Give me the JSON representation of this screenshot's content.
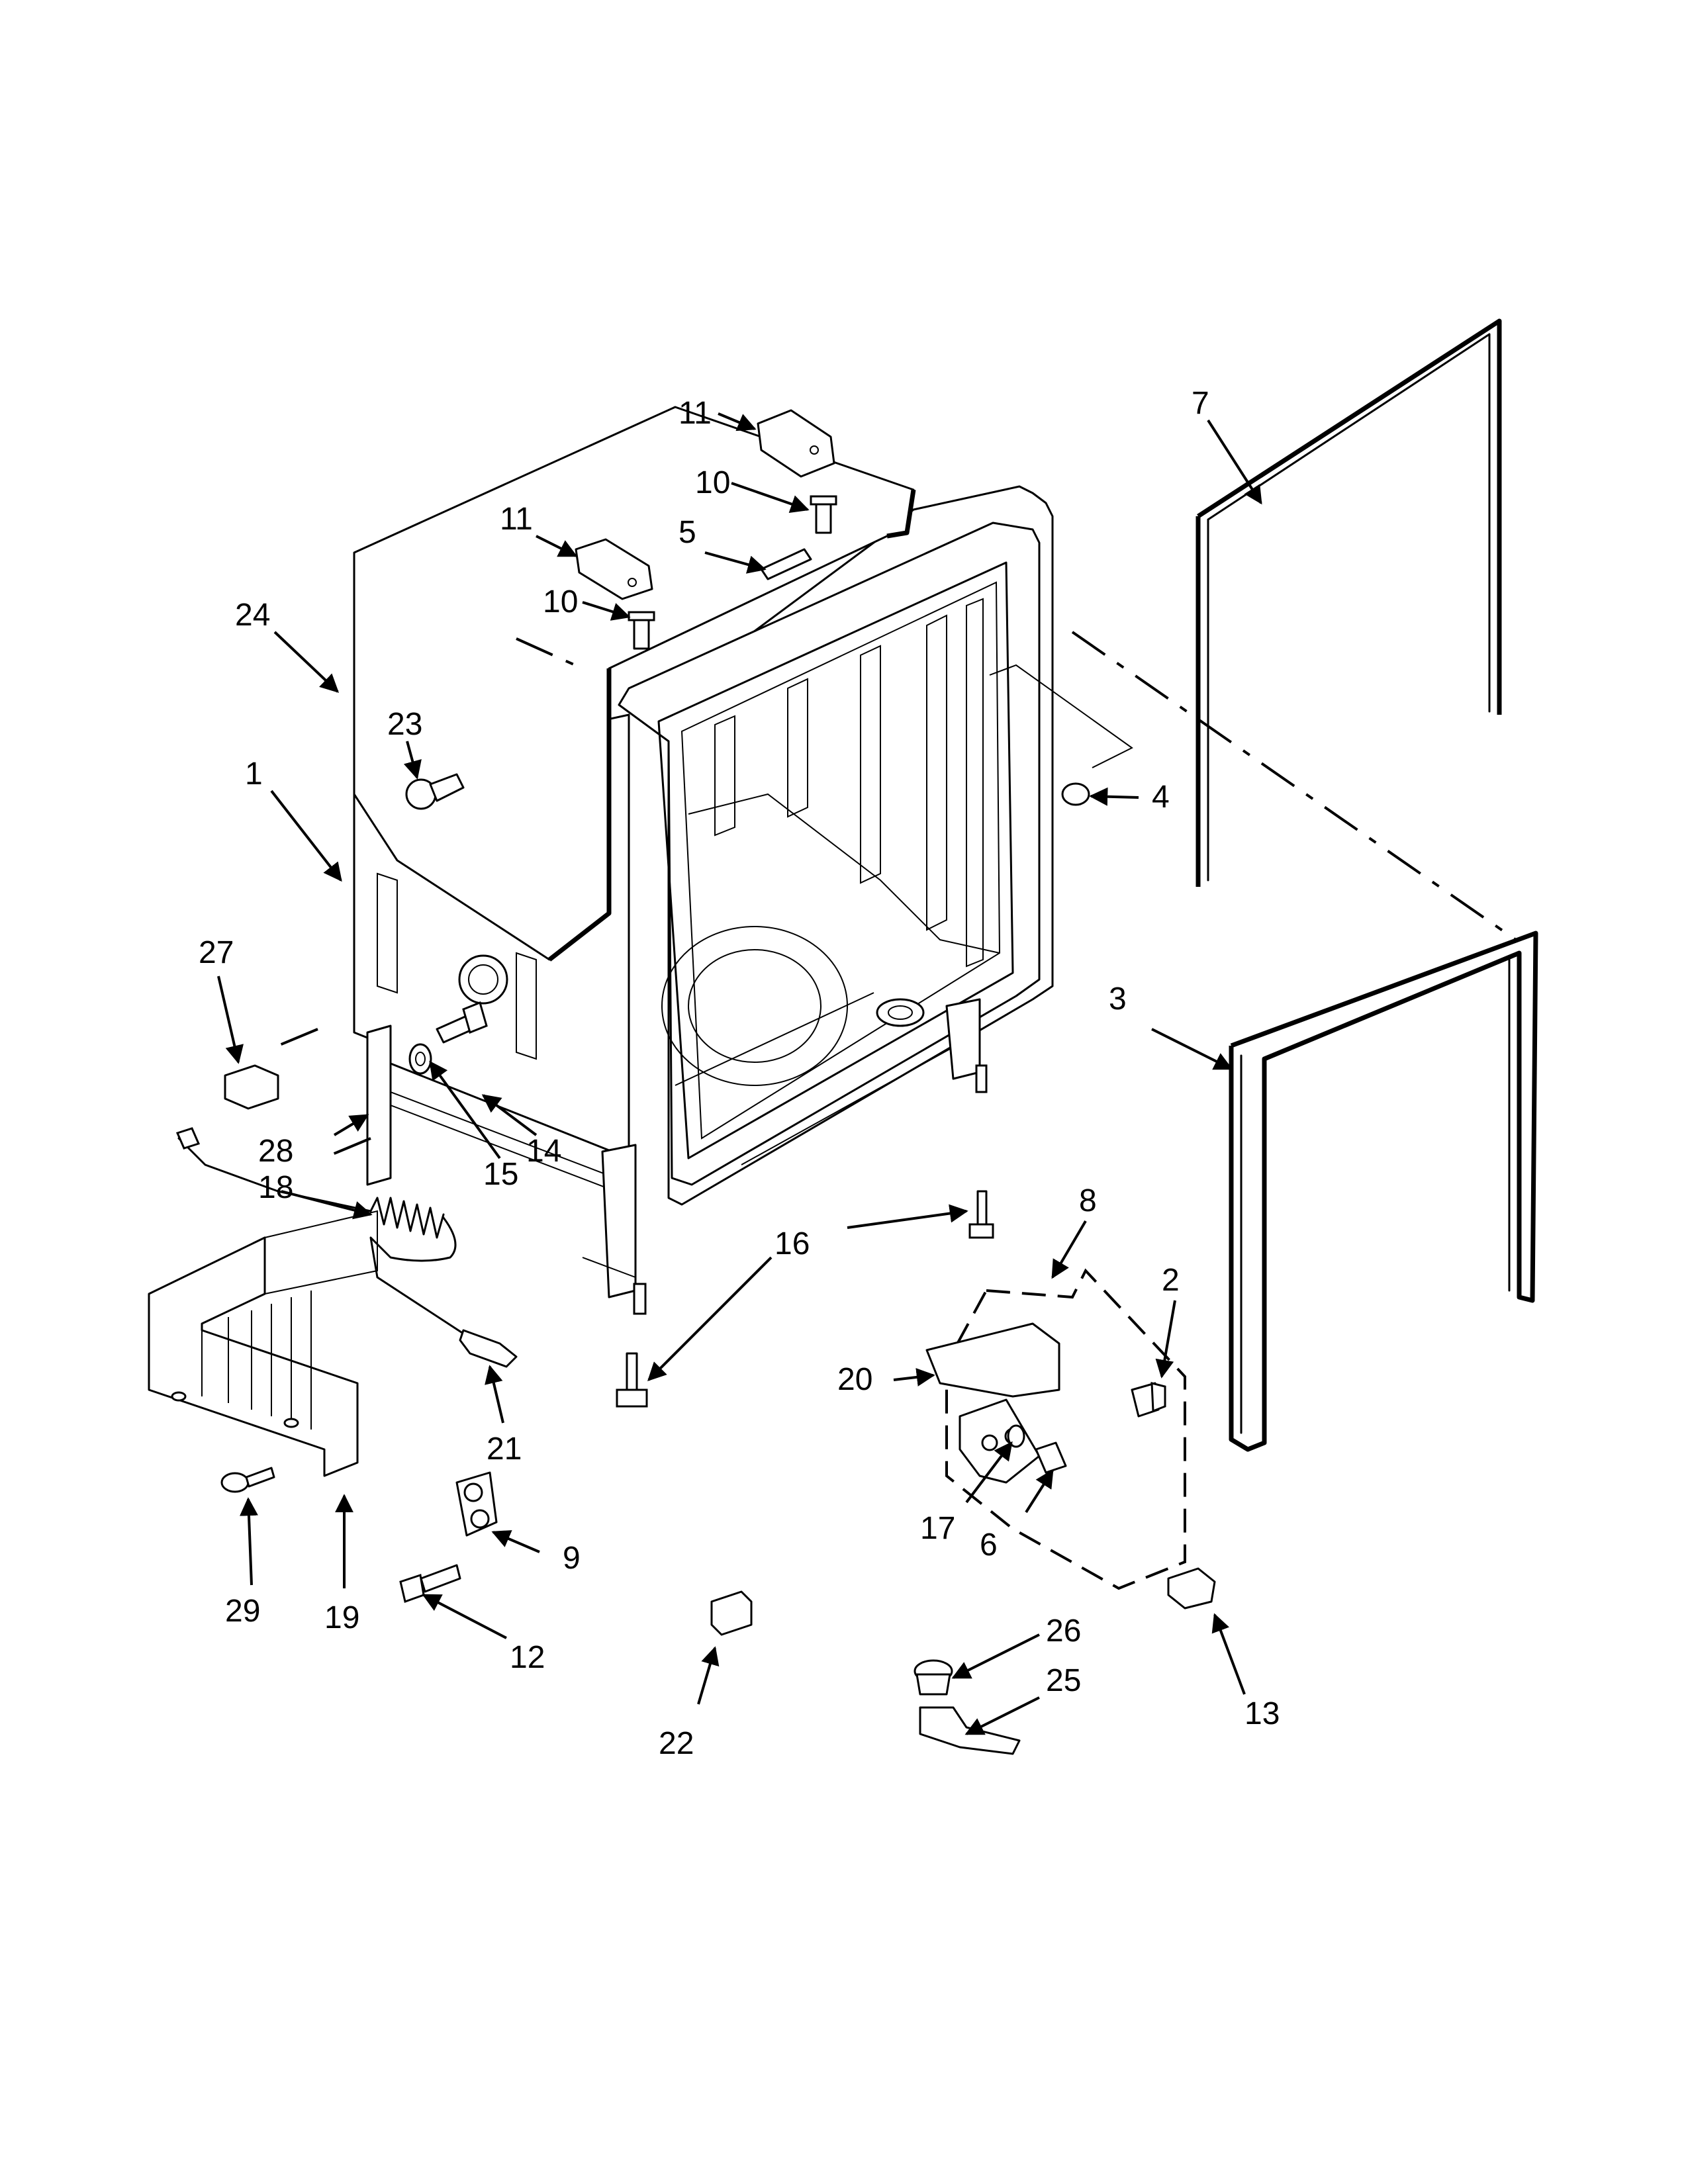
{
  "labels": [
    {
      "id": "l7",
      "text": "7"
    },
    {
      "id": "l11a",
      "text": "11"
    },
    {
      "id": "l10a",
      "text": "10"
    },
    {
      "id": "l11b",
      "text": "11"
    },
    {
      "id": "l5",
      "text": "5"
    },
    {
      "id": "l10b",
      "text": "10"
    },
    {
      "id": "l24",
      "text": "24"
    },
    {
      "id": "l23",
      "text": "23"
    },
    {
      "id": "l1",
      "text": "1"
    },
    {
      "id": "l4",
      "text": "4"
    },
    {
      "id": "l3",
      "text": "3"
    },
    {
      "id": "l27",
      "text": "27"
    },
    {
      "id": "l14",
      "text": "14"
    },
    {
      "id": "l28",
      "text": "28"
    },
    {
      "id": "l15",
      "text": "15"
    },
    {
      "id": "l18",
      "text": "18"
    },
    {
      "id": "l16",
      "text": "16"
    },
    {
      "id": "l8",
      "text": "8"
    },
    {
      "id": "l2",
      "text": "2"
    },
    {
      "id": "l20",
      "text": "20"
    },
    {
      "id": "l21",
      "text": "21"
    },
    {
      "id": "l17",
      "text": "17"
    },
    {
      "id": "l6",
      "text": "6"
    },
    {
      "id": "l9",
      "text": "9"
    },
    {
      "id": "l29",
      "text": "29"
    },
    {
      "id": "l19",
      "text": "19"
    },
    {
      "id": "l12",
      "text": "12"
    },
    {
      "id": "l26",
      "text": "26"
    },
    {
      "id": "l25",
      "text": "25"
    },
    {
      "id": "l13",
      "text": "13"
    },
    {
      "id": "l22",
      "text": "22"
    }
  ]
}
